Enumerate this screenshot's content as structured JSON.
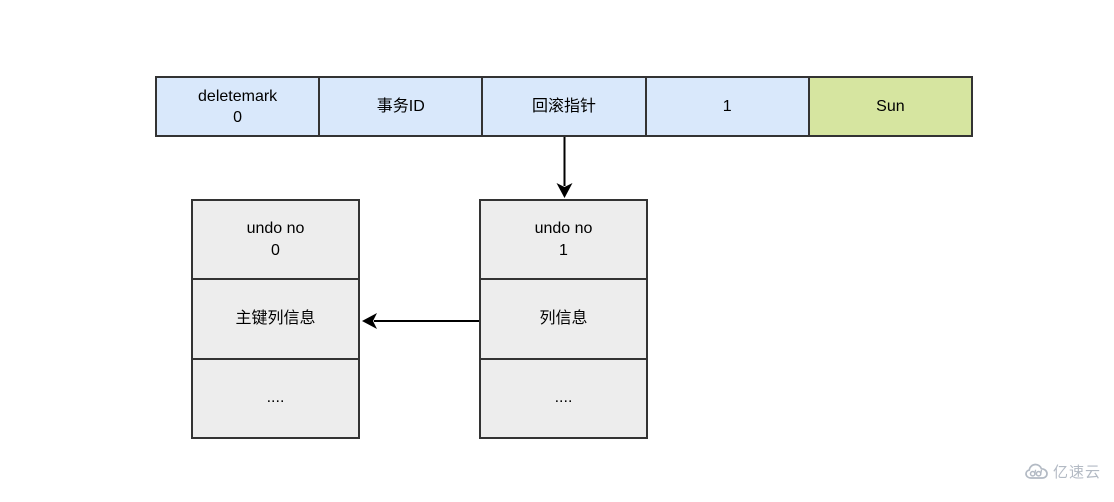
{
  "colors": {
    "cell_blue": "#d9e8fb",
    "cell_green": "#d6e5a0",
    "box_gray": "#ededed",
    "border_dark": "#333333",
    "arrow_black": "#000000",
    "watermark_gray": "#b3bac4"
  },
  "record_row": {
    "cells": [
      {
        "label": "deletemark\n0"
      },
      {
        "label": "事务ID"
      },
      {
        "label": "回滚指针"
      },
      {
        "label": "1"
      },
      {
        "label": "Sun"
      }
    ]
  },
  "undo_log_left": {
    "rows": [
      {
        "label": "undo no\n0"
      },
      {
        "label": "主键列信息"
      },
      {
        "label": "...."
      }
    ]
  },
  "undo_log_right": {
    "rows": [
      {
        "label": "undo no\n1"
      },
      {
        "label": "列信息"
      },
      {
        "label": "...."
      }
    ]
  },
  "watermark": {
    "brand": "亿速云"
  }
}
